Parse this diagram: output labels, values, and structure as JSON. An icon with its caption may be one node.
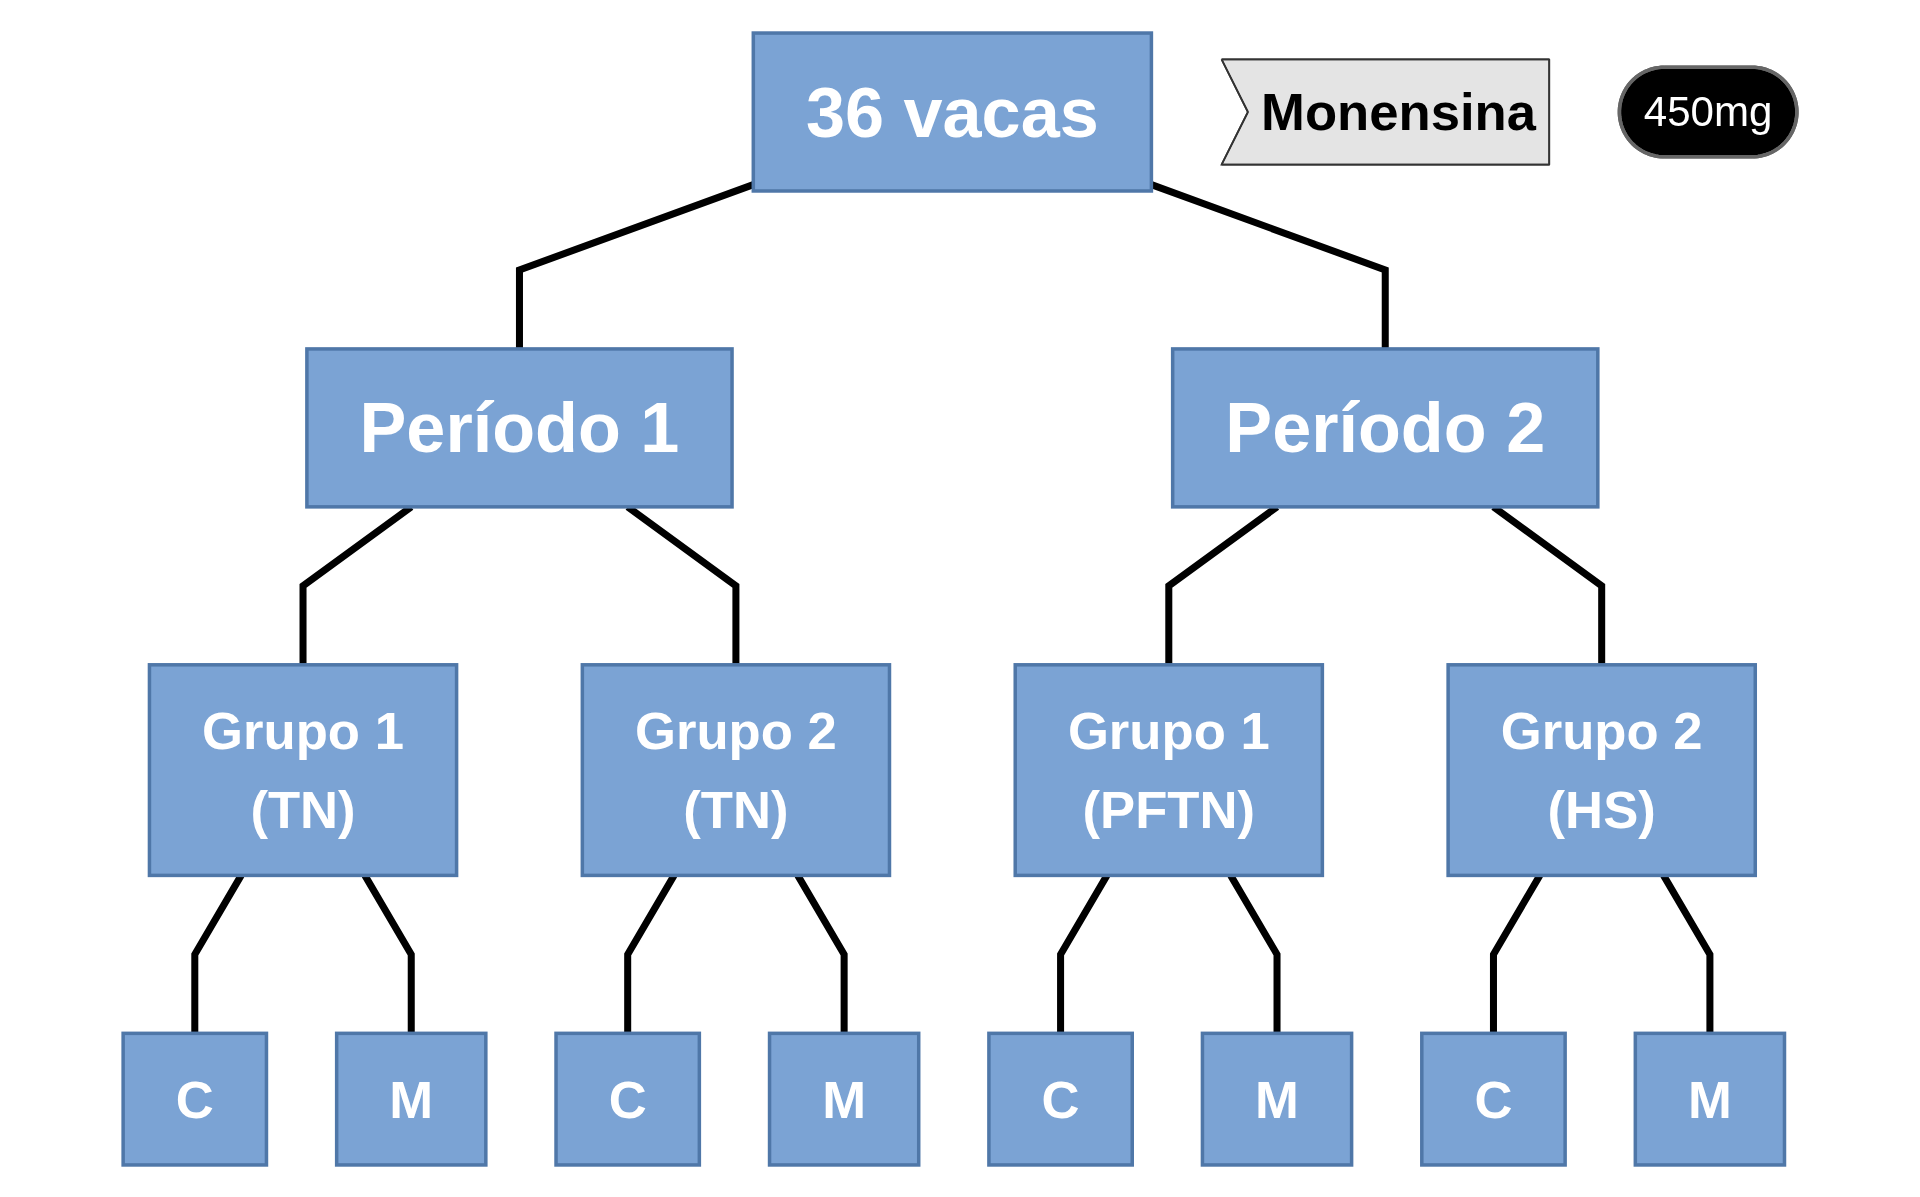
{
  "diagram": {
    "nodes": [
      {
        "text": [
          "36 vacas"
        ]
      },
      {
        "text": [
          "Período 1"
        ]
      },
      {
        "text": [
          "Período 2"
        ]
      },
      {
        "text": [
          "Grupo 1",
          "(TN)"
        ]
      },
      {
        "text": [
          "Grupo 2",
          "(TN)"
        ]
      },
      {
        "text": [
          "Grupo 1",
          "(PFTN)"
        ]
      },
      {
        "text": [
          "Grupo 2",
          "(HS)"
        ]
      },
      {
        "text": [
          "C"
        ]
      },
      {
        "text": [
          "M"
        ]
      },
      {
        "text": [
          "C"
        ]
      },
      {
        "text": [
          "M"
        ]
      },
      {
        "text": [
          "C"
        ]
      },
      {
        "text": [
          "M"
        ]
      },
      {
        "text": [
          "C"
        ]
      },
      {
        "text": [
          "M"
        ]
      },
      {
        "text": [
          "Monensina"
        ]
      },
      {
        "text": [
          "450mg"
        ]
      }
    ],
    "edges": [
      {
        "from": 0,
        "to": 1,
        "arrow": "none"
      },
      {
        "from": 0,
        "to": 2,
        "arrow": "none"
      },
      {
        "from": 1,
        "to": 3,
        "arrow": "none"
      },
      {
        "from": 1,
        "to": 4,
        "arrow": "none"
      },
      {
        "from": 2,
        "to": 5,
        "arrow": "none"
      },
      {
        "from": 2,
        "to": 6,
        "arrow": "none"
      },
      {
        "from": 3,
        "to": 7,
        "arrow": "none"
      },
      {
        "from": 3,
        "to": 8,
        "arrow": "none"
      },
      {
        "from": 4,
        "to": 9,
        "arrow": "none"
      },
      {
        "from": 4,
        "to": 10,
        "arrow": "none"
      },
      {
        "from": 5,
        "to": 11,
        "arrow": "none"
      },
      {
        "from": 5,
        "to": 12,
        "arrow": "none"
      },
      {
        "from": 6,
        "to": 13,
        "arrow": "none"
      },
      {
        "from": 6,
        "to": 14,
        "arrow": "none"
      }
    ]
  }
}
